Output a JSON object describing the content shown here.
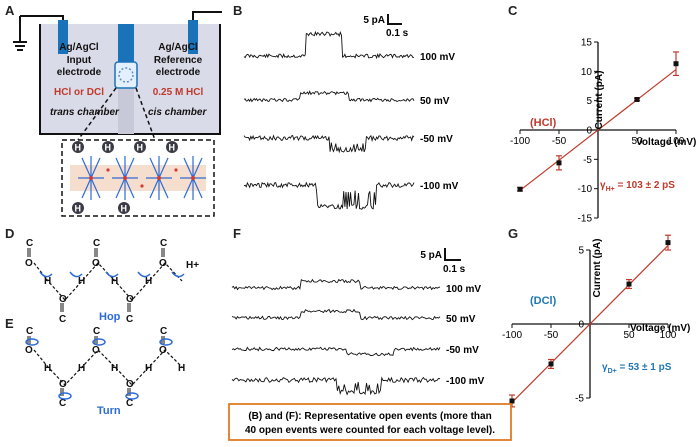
{
  "panels": {
    "A": "A",
    "B": "B",
    "C": "C",
    "D": "D",
    "E": "E",
    "F": "F",
    "G": "G"
  },
  "panel_a": {
    "left_electrode": "Ag/AgCl",
    "left_label_1": "Input",
    "left_label_2": "electrode",
    "left_solution": "HCl or DCl",
    "right_electrode": "Ag/AgCl",
    "right_label_1": "Reference",
    "right_label_2": "electrode",
    "right_solution": "0.25 M HCl",
    "trans_label": "trans chamber",
    "cis_label": "cis chamber",
    "ion_label": "H",
    "ion_charge": "+"
  },
  "panel_b": {
    "scale_current": "5 pA",
    "scale_time": "0.1 s",
    "traces": [
      {
        "voltage": "100 mV",
        "pattern": "up_large"
      },
      {
        "voltage": "50 mV",
        "pattern": "up_small"
      },
      {
        "voltage": "-50 mV",
        "pattern": "down_medium"
      },
      {
        "voltage": "-100 mV",
        "pattern": "down_large"
      }
    ]
  },
  "panel_f": {
    "scale_current": "5 pA",
    "scale_time": "0.1 s",
    "traces": [
      {
        "voltage": "100 mV",
        "pattern": "up_small"
      },
      {
        "voltage": "50 mV",
        "pattern": "up_small"
      },
      {
        "voltage": "-50 mV",
        "pattern": "down_small"
      },
      {
        "voltage": "-100 mV",
        "pattern": "down_medium"
      }
    ]
  },
  "panel_d": {
    "atom_o": "O",
    "atom_c": "C",
    "atom_h": "H",
    "atom_hplus": "H+",
    "caption": "Hop"
  },
  "panel_e": {
    "atom_o": "O",
    "atom_c": "C",
    "atom_h": "H",
    "caption": "Turn"
  },
  "caption_box": {
    "line1": "(B) and (F): Representative open events (more than",
    "line2": "40 open events were counted for each voltage level)."
  },
  "colors": {
    "line": "#c0392b",
    "ion_label_hcl": "#c0392b",
    "ion_label_dcl": "#1f77b4",
    "frame": "#e07b22",
    "cell": "#dadbe8",
    "electrode": "#1a73b8"
  },
  "chart_data": [
    {
      "type": "scatter",
      "panel": "C",
      "xlabel": "Voltage (mV)",
      "ylabel": "Current (pA)",
      "xlim": [
        -100,
        100
      ],
      "ylim": [
        -15,
        15
      ],
      "xticks": [
        -100,
        -50,
        0,
        50,
        100
      ],
      "yticks": [
        -15,
        -10,
        -5,
        0,
        5,
        10,
        15
      ],
      "series_label": "(HCl)",
      "x": [
        -100,
        -50,
        50,
        100
      ],
      "y": [
        -10.1,
        -5.6,
        5.2,
        11.3
      ],
      "yerr": [
        0.3,
        1.2,
        0.2,
        2.0
      ],
      "fit": {
        "slope": 0.103,
        "intercept": 0
      },
      "conductance_symbol": "γ",
      "conductance_sub": "H+",
      "conductance_value": " = 103 ± 2 pS"
    },
    {
      "type": "scatter",
      "panel": "G",
      "xlabel": "Voltage (mV)",
      "ylabel": "Current (pA)",
      "xlim": [
        -100,
        100
      ],
      "ylim": [
        -5,
        5
      ],
      "xticks": [
        -100,
        -50,
        0,
        50,
        100
      ],
      "yticks": [
        -5,
        0,
        5
      ],
      "series_label": "(DCl)",
      "x": [
        -100,
        -50,
        50,
        100
      ],
      "y": [
        -5.2,
        -2.7,
        2.7,
        5.5
      ],
      "yerr": [
        0.4,
        0.3,
        0.3,
        0.5
      ],
      "fit": {
        "slope": 0.053,
        "intercept": 0
      },
      "conductance_symbol": "γ",
      "conductance_sub": "D+",
      "conductance_value": " = 53 ± 1 pS"
    }
  ]
}
